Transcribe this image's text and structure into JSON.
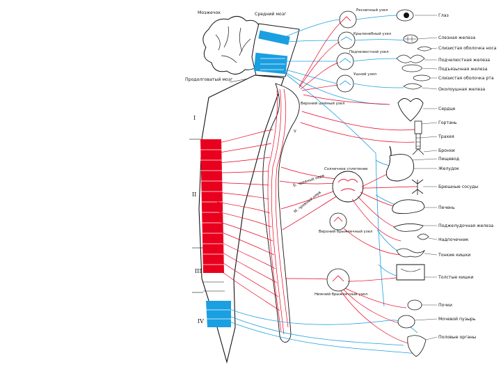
{
  "colors": {
    "sympathetic": "#e8001e",
    "parasympathetic": "#1a9fe0",
    "outline": "#111111",
    "background": "#ffffff"
  },
  "cns_labels": {
    "cerebellum": "Мозжечок",
    "midbrain": "Средний мозг",
    "medulla": "Продолговатый мозг"
  },
  "segment_labels": [
    "I",
    "II",
    "III",
    "IV"
  ],
  "ganglion_labels": {
    "ciliary": "Ресничный узел",
    "pterygopalatine": "Крылонебный узел",
    "submandibular": "Подчелюстной узел",
    "otic": "Ушной узел",
    "superior_cervical": "Верхний шейный узел",
    "celiac_plexus": "Солнечное сплетение",
    "superior_mesenteric": "Верхний брыжеечный узел",
    "inferior_mesenteric": "Нижний брыжеечный узел",
    "greater_splanchnic": "Б. чревный нерв",
    "lesser_splanchnic": "М. чревный нерв",
    "roman_v": "V"
  },
  "organs": [
    "Глаз",
    "Слезная железа",
    "Слизистая оболочка носа",
    "Подчелюстная железа",
    "Подъязычная железа",
    "Слизистая оболочка рта",
    "Околоушная железа",
    "Сердце",
    "Гортань",
    "Трахея",
    "Бронхи",
    "Пищевод",
    "Желудок",
    "Брюшные сосуды",
    "Печень",
    "Поджелудочная железа",
    "Надпочечник",
    "Тонкие кишки",
    "Толстые кишки",
    "Почки",
    "Мочевой пузырь",
    "Половые органы"
  ]
}
